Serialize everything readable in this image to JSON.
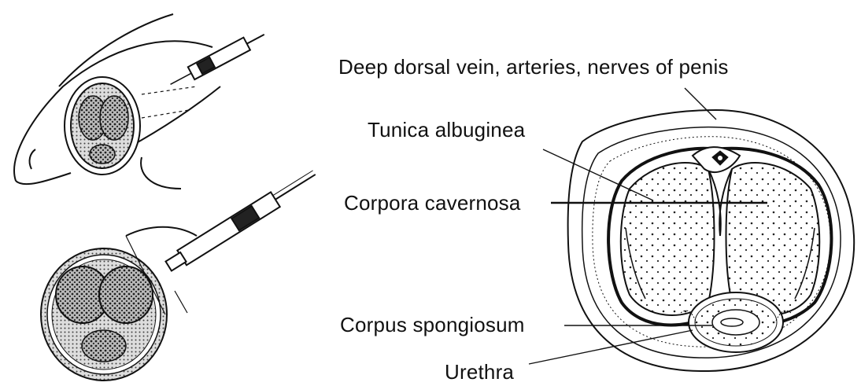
{
  "labels": {
    "dorsal": "Deep dorsal vein, arteries, nerves of penis",
    "tunica": "Tunica albuginea",
    "cavernosa": "Corpora cavernosa",
    "spongiosum": "Corpus spongiosum",
    "urethra": "Urethra"
  },
  "colors": {
    "ink": "#111111",
    "background": "#ffffff"
  }
}
